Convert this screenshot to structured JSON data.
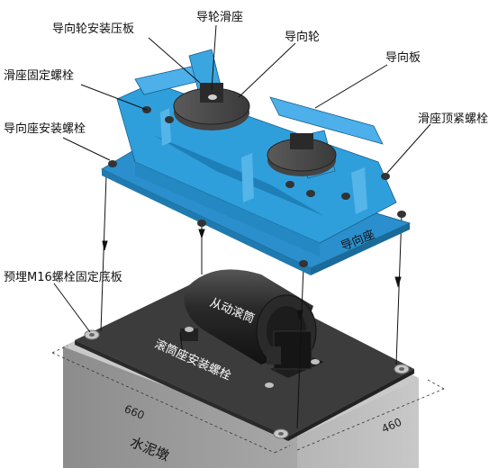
{
  "labels": {
    "guide_wheel_mount_plate": "导向轮安装压板",
    "guide_wheel_slide": "导轮滑座",
    "guide_wheel": "导向轮",
    "guide_plate": "导向板",
    "slide_fix_bolt": "滑座固定螺栓",
    "guide_seat_mount_bolt": "导向座安装螺栓",
    "slide_top_bolt": "滑座顶紧螺栓",
    "guide_seat": "导向座",
    "embedded_plate": "预埋M16螺栓固定底板",
    "driven_drum": "从动滚筒",
    "drum_seat_bolt": "滚筒座安装螺栓",
    "concrete_pier": "水泥墩",
    "dim_width": "660",
    "dim_depth": "460"
  },
  "colors": {
    "guide_seat_blue": "#2f9fdc",
    "plate_dark": "#3a3a3a",
    "pier_gray": "#9a9a9a",
    "drum_black": "#262626"
  }
}
